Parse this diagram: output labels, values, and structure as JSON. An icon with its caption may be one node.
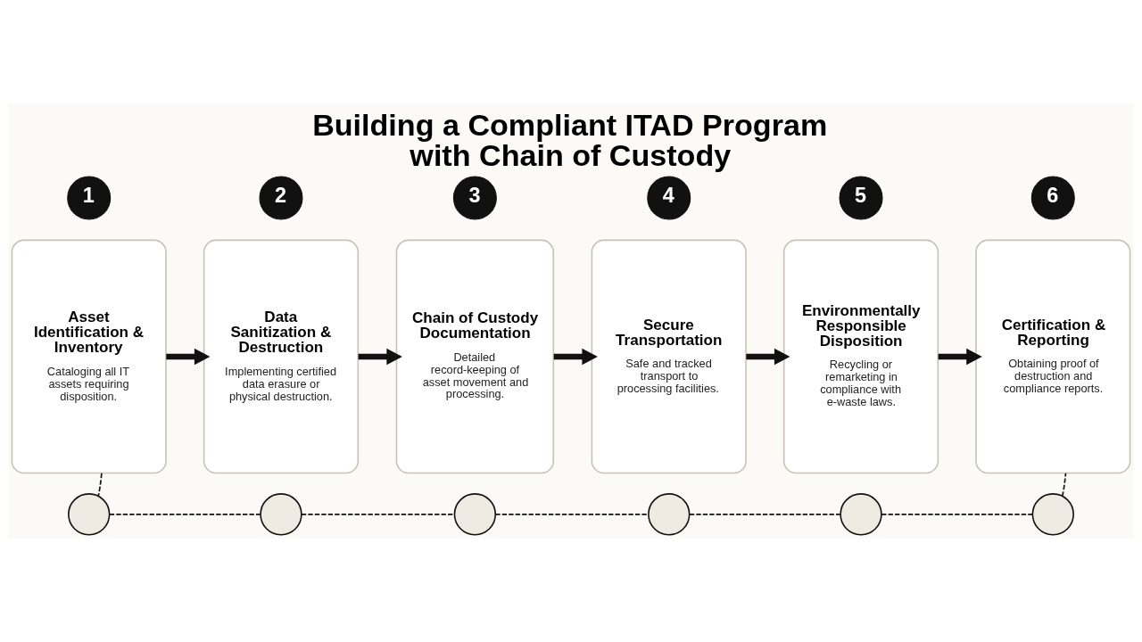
{
  "diagram": {
    "title": "Building a Compliant ITAD Program with Chain of Custody",
    "nodes": [
      {
        "text": [
          "1"
        ]
      },
      {
        "text": [
          "Asset Identification & Inventory",
          "Cataloging all IT assets requiring disposition."
        ]
      },
      {
        "text": [
          "2"
        ]
      },
      {
        "text": [
          "Data Sanitization & Destruction",
          "Implementing certified data erasure or physical destruction."
        ]
      },
      {
        "text": [
          "3"
        ]
      },
      {
        "text": [
          "Chain of Custody Documentation",
          "Detailed record-keeping of asset movement and processing."
        ]
      },
      {
        "text": [
          "4"
        ]
      },
      {
        "text": [
          "Secure Transportation",
          "Safe and tracked transport to processing facilities."
        ]
      },
      {
        "text": [
          "5"
        ]
      },
      {
        "text": [
          "Environmentally Responsible Disposition",
          "Recycling or remarketing in compliance with e-waste laws."
        ]
      },
      {
        "text": [
          "6"
        ]
      },
      {
        "text": [
          "Certification & Reporting",
          "Obtaining proof of destruction and compliance reports."
        ]
      },
      {
        "text": [],
        "shape": "circle"
      },
      {
        "text": [],
        "shape": "circle"
      },
      {
        "text": [],
        "shape": "circle"
      },
      {
        "text": [],
        "shape": "circle"
      },
      {
        "text": [],
        "shape": "circle"
      },
      {
        "text": [],
        "shape": "circle"
      }
    ],
    "edges": [
      {
        "from": 1,
        "to": 3,
        "arrow": "to",
        "style": "thick"
      },
      {
        "from": 3,
        "to": 5,
        "arrow": "to",
        "style": "thick"
      },
      {
        "from": 5,
        "to": 7,
        "arrow": "to",
        "style": "thick"
      },
      {
        "from": 7,
        "to": 9,
        "arrow": "to",
        "style": "thick"
      },
      {
        "from": 9,
        "to": 11,
        "arrow": "to",
        "style": "thick"
      },
      {
        "from": 1,
        "to": 12,
        "arrow": "none",
        "style": "dashed"
      },
      {
        "from": 12,
        "to": 13,
        "arrow": "none",
        "style": "dashed"
      },
      {
        "from": 13,
        "to": 14,
        "arrow": "none",
        "style": "dashed"
      },
      {
        "from": 14,
        "to": 15,
        "arrow": "none",
        "style": "dashed"
      },
      {
        "from": 15,
        "to": 16,
        "arrow": "none",
        "style": "dashed"
      },
      {
        "from": 16,
        "to": 17,
        "arrow": "none",
        "style": "dashed"
      },
      {
        "from": 17,
        "to": 11,
        "arrow": "none",
        "style": "dashed"
      }
    ]
  }
}
